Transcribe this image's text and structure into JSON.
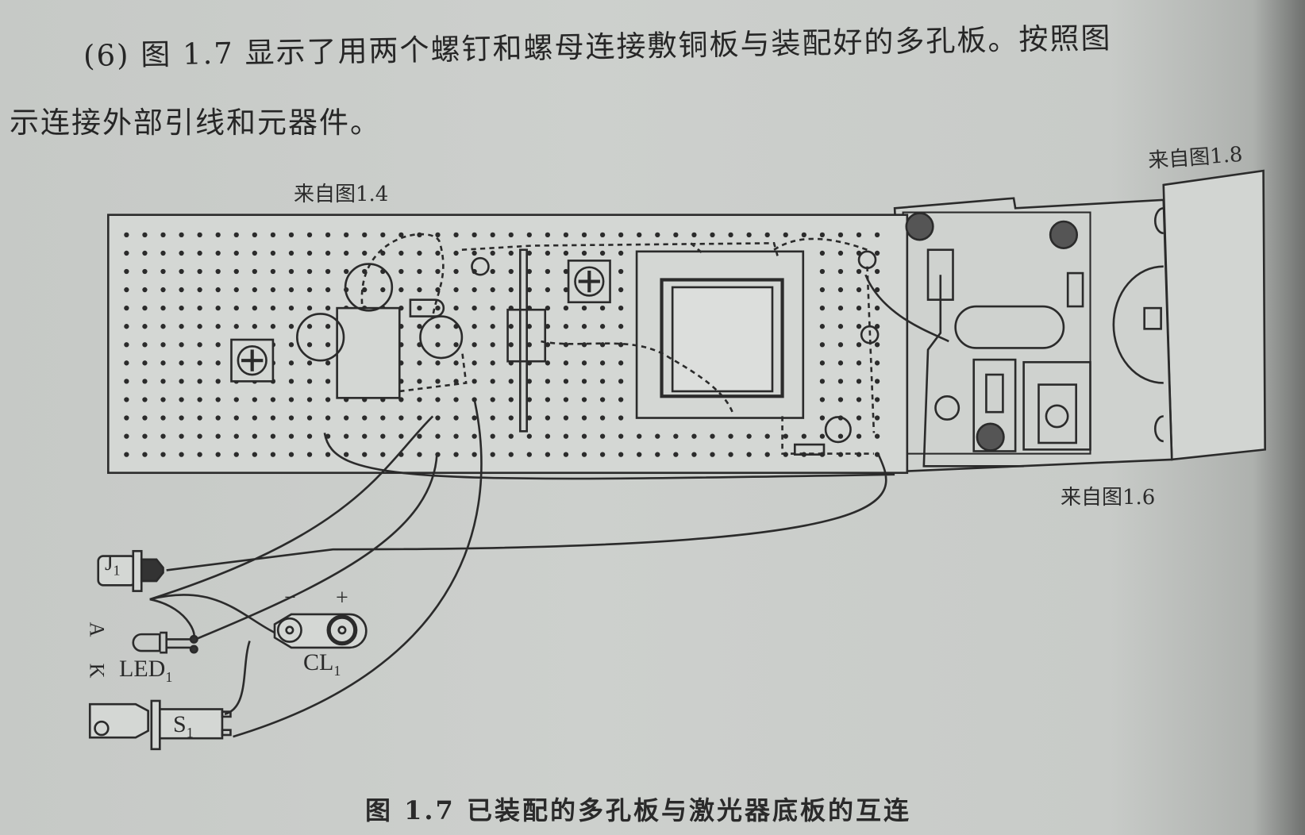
{
  "paragraph": {
    "line1": "(6) 图 1.7 显示了用两个螺钉和螺母连接敷铜板与装配好的多孔板。按照图",
    "line2": "示连接外部引线和元器件。"
  },
  "labels": {
    "from_1_4": "来自图1.4",
    "from_1_8": "来自图1.8",
    "from_1_6": "来自图1.6"
  },
  "components": {
    "j1": {
      "name": "J",
      "sub": "1"
    },
    "led1": {
      "name": "LED",
      "sub": "1"
    },
    "cl1": {
      "name": "CL",
      "sub": "1",
      "minus": "−",
      "plus": "+"
    },
    "s1": {
      "name": "S",
      "sub": "1"
    },
    "anode": "A",
    "cathode": "K"
  },
  "caption": "图 1.7   已装配的多孔板与激光器底板的互连",
  "colors": {
    "ink": "#2a2a2a",
    "paper": "#cbcecb"
  }
}
